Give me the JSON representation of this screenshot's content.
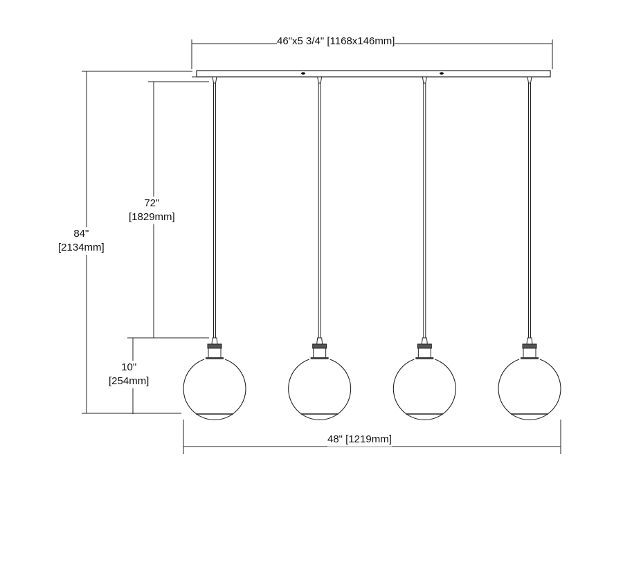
{
  "dimensions": {
    "canopy": "46\"x5 3/4\" [1168x146mm]",
    "overall_height": {
      "imperial": "84\"",
      "metric": "[2134mm]"
    },
    "cord_length": {
      "imperial": "72\"",
      "metric": "[1829mm]"
    },
    "shade_height": {
      "imperial": "10\"",
      "metric": "[254mm]"
    },
    "overall_width": "48\" [1219mm]"
  },
  "pendant_count": 4
}
